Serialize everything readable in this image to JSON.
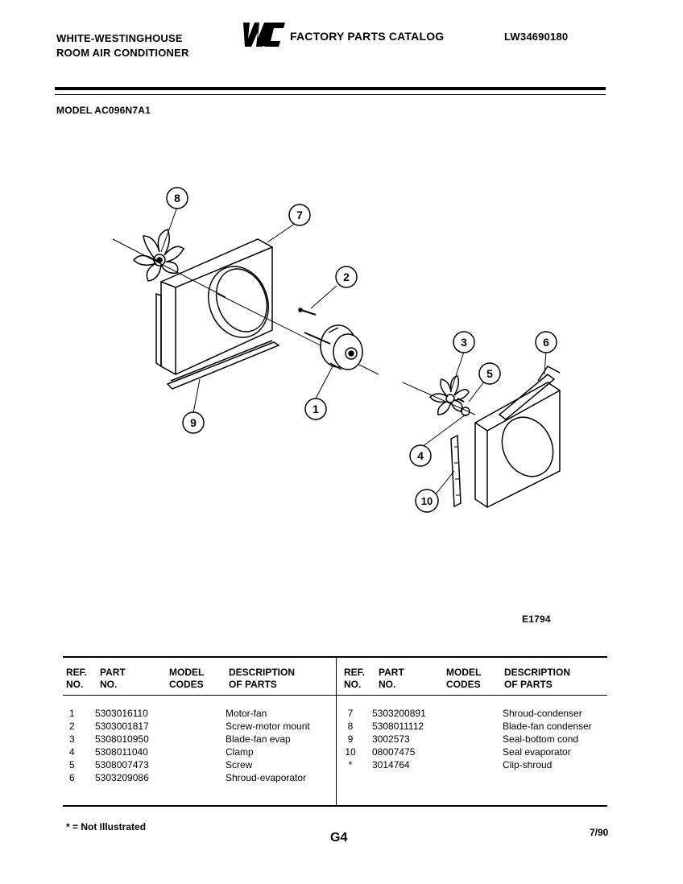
{
  "header": {
    "brand_line1": "WHITE-WESTINGHOUSE",
    "brand_line2": "ROOM AIR CONDITIONER",
    "logo_text": "WCI",
    "catalog_title": "FACTORY PARTS CATALOG",
    "catalog_number": "LW34690180",
    "model_line": "MODEL AC096N7A1"
  },
  "diagram": {
    "figure_id": "E1794",
    "callouts": [
      "1",
      "2",
      "3",
      "4",
      "5",
      "6",
      "7",
      "8",
      "9",
      "10"
    ]
  },
  "table": {
    "headers": {
      "ref": [
        "REF.",
        "NO."
      ],
      "part": [
        "PART",
        "NO."
      ],
      "model": [
        "MODEL",
        "CODES"
      ],
      "desc": [
        "DESCRIPTION",
        "OF PARTS"
      ]
    },
    "left_rows": [
      {
        "ref": "1",
        "part": "5303016110",
        "desc": "Motor-fan"
      },
      {
        "ref": "2",
        "part": "5303001817",
        "desc": "Screw-motor mount"
      },
      {
        "ref": "3",
        "part": "5308010950",
        "desc": "Blade-fan evap"
      },
      {
        "ref": "4",
        "part": "5308011040",
        "desc": "Clamp"
      },
      {
        "ref": "5",
        "part": "5308007473",
        "desc": "Screw"
      },
      {
        "ref": "6",
        "part": "5303209086",
        "desc": "Shroud-evaporator"
      }
    ],
    "right_rows": [
      {
        "ref": "7",
        "part": "5303200891",
        "desc": "Shroud-condenser"
      },
      {
        "ref": "8",
        "part": "5308011112",
        "desc": "Blade-fan condenser"
      },
      {
        "ref": "9",
        "part": "3002573",
        "desc": "Seal-bottom cond"
      },
      {
        "ref": "10",
        "part": "08007475",
        "desc": "Seal evaporator"
      },
      {
        "ref": "*",
        "part": "3014764",
        "desc": "Clip-shroud"
      }
    ]
  },
  "footer": {
    "note": "* = Not Illustrated",
    "page": "G4",
    "date": "7/90"
  }
}
